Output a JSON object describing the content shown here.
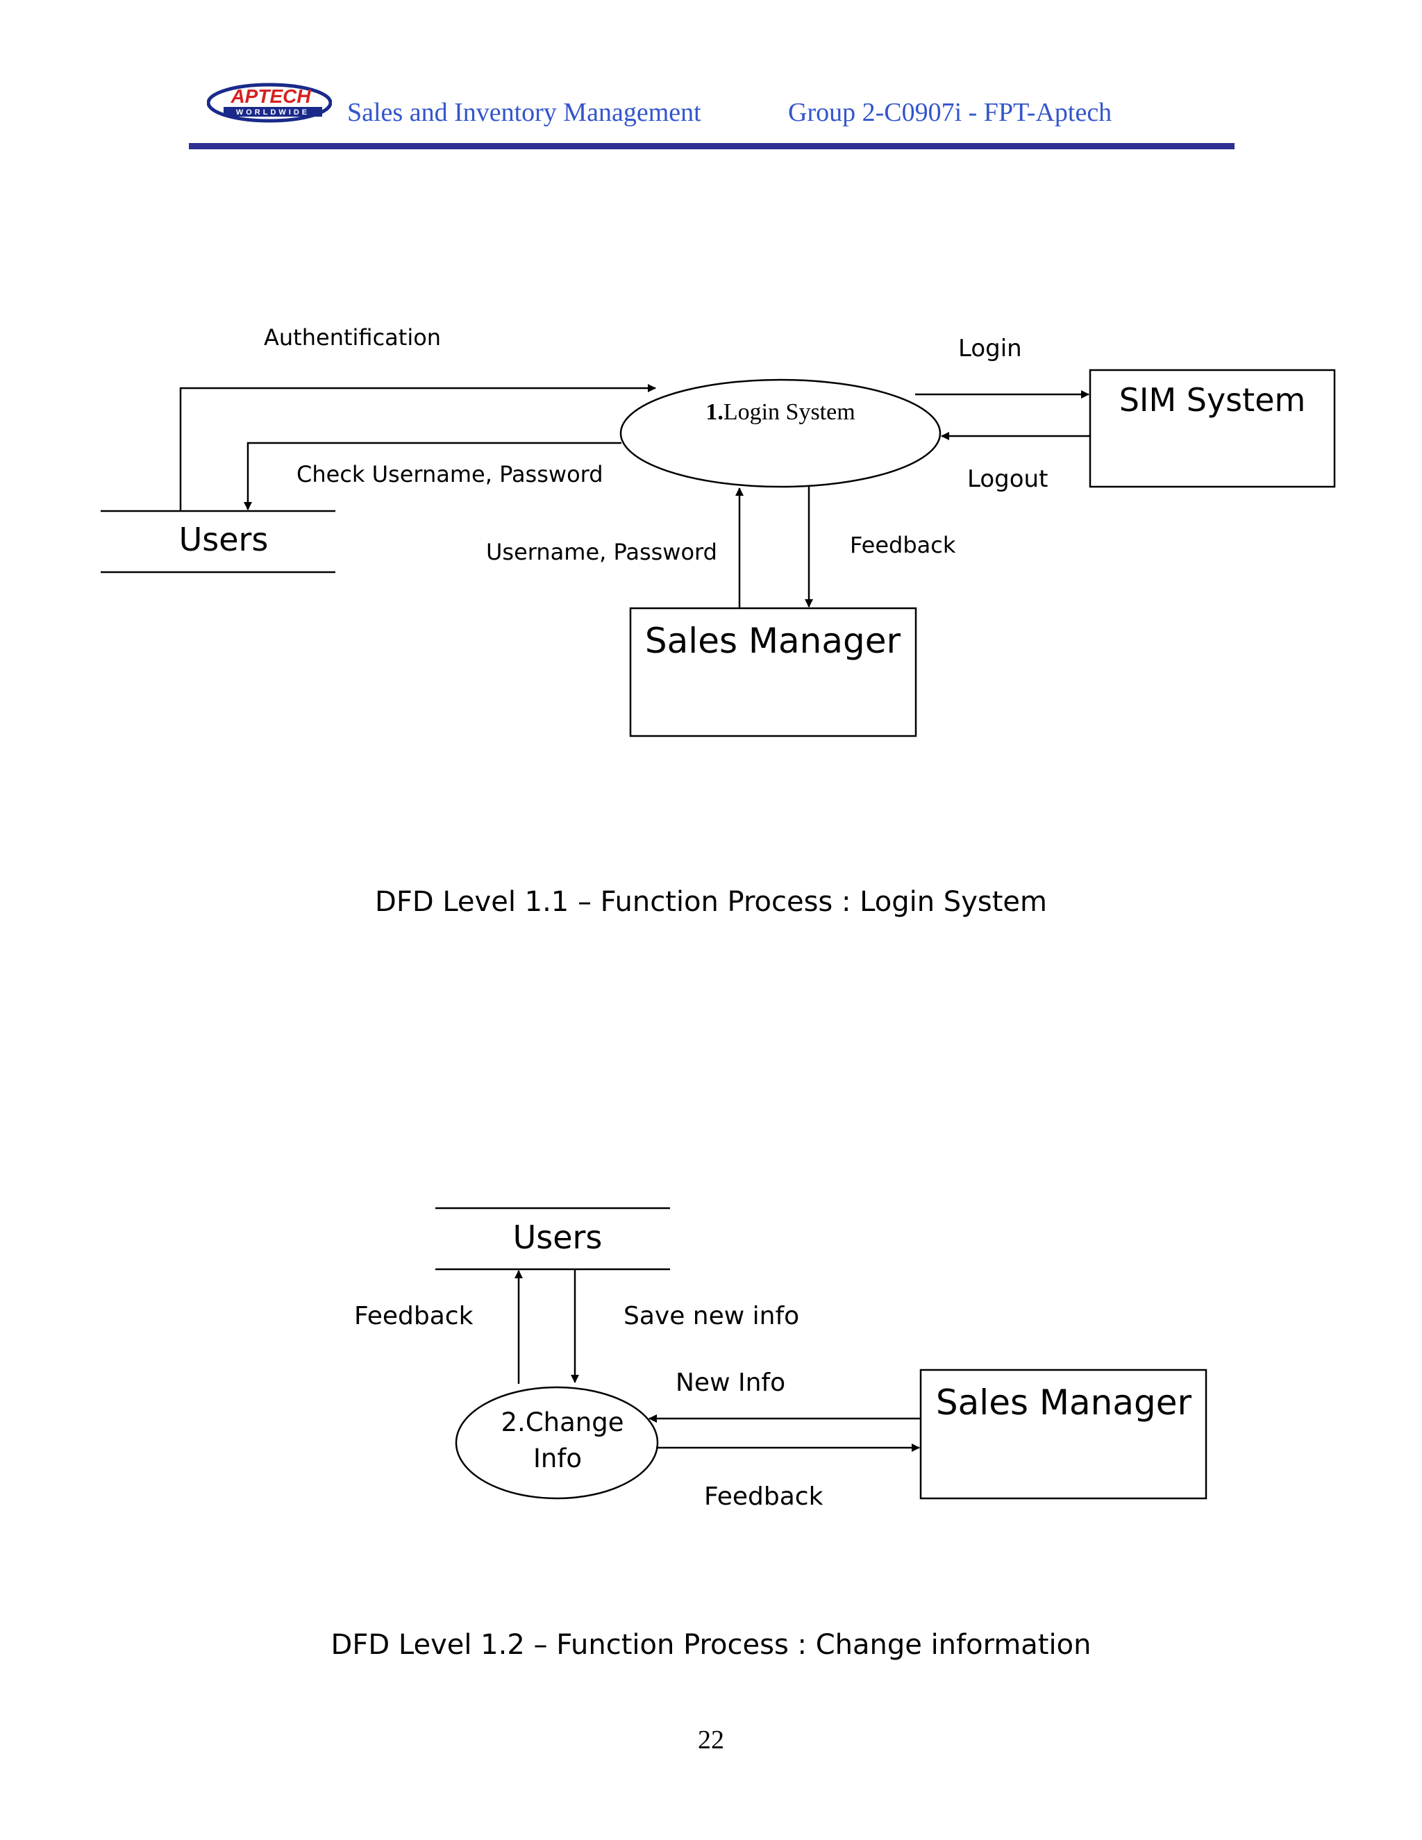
{
  "header": {
    "logo_text": "APTECH",
    "logo_subtext": "WORLDWIDE",
    "title_left": "Sales and Inventory Management",
    "title_right": "Group 2-C0907i  -  FPT-Aptech",
    "rule_color": "#2e3192",
    "title_color": "#3355cc"
  },
  "diagram1": {
    "process_number": "1.",
    "process_name": "Login System",
    "store": "Users",
    "entity_sim": "SIM System",
    "entity_manager": "Sales Manager",
    "flows": {
      "authentification": "Authentification",
      "check": "Check Username, Password",
      "login": "Login",
      "logout": "Logout",
      "username_password": "Username, Password",
      "feedback": "Feedback"
    },
    "caption": "DFD Level 1.1 – Function Process : Login System"
  },
  "diagram2": {
    "process_line1": "2.Change",
    "process_line2": "Info",
    "store": "Users",
    "entity_manager": "Sales Manager",
    "flows": {
      "feedback_up": "Feedback",
      "save_new_info": "Save new info",
      "new_info": "New Info",
      "feedback_right": "Feedback"
    },
    "caption": "DFD Level 1.2 – Function Process : Change information"
  },
  "page_number": "22"
}
